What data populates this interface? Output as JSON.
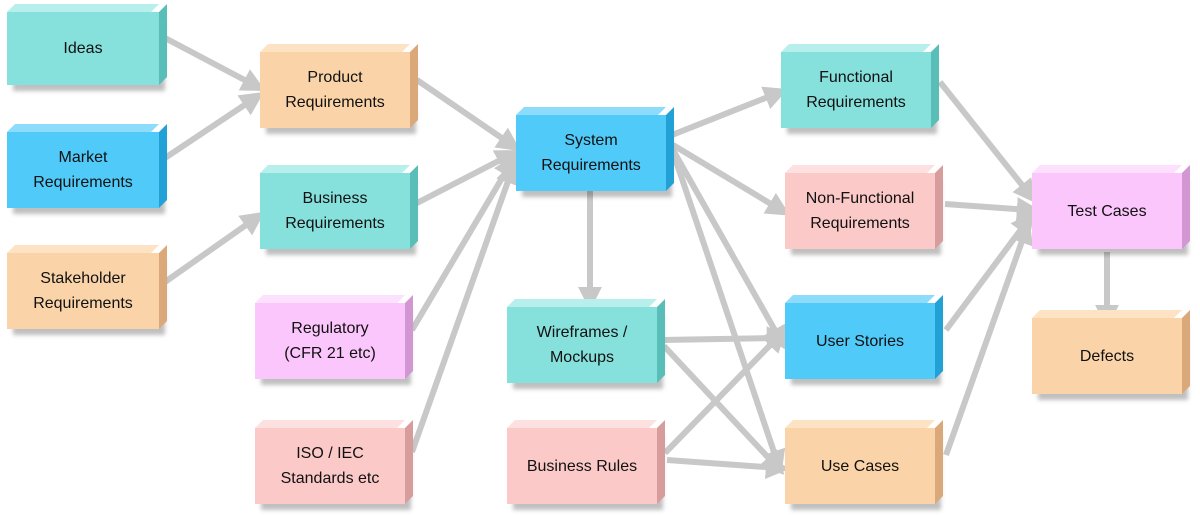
{
  "diagram": {
    "colors": {
      "teal": "#86e0dc",
      "blue": "#4fcaf9",
      "peach": "#fad4a8",
      "pink": "#fcc9c9",
      "violet": "#fbc6fb",
      "arrow": "#c8c8c8"
    },
    "nodes": {
      "ideas": "Ideas",
      "market": "Market\nRequirements",
      "stakeholder": "Stakeholder\nRequirements",
      "product": "Product\nRequirements",
      "business_req": "Business\nRequirements",
      "regulatory": "Regulatory\n(CFR 21 etc)",
      "iso": "ISO / IEC\nStandards etc",
      "system": "System\nRequirements",
      "wireframes": "Wireframes /\nMockups",
      "business_rules": "Business Rules",
      "functional": "Functional\nRequirements",
      "nonfunctional": "Non-Functional\nRequirements",
      "user_stories": "User Stories",
      "use_cases": "Use Cases",
      "test_cases": "Test Cases",
      "defects": "Defects"
    },
    "edges": [
      [
        "ideas",
        "product"
      ],
      [
        "market",
        "product"
      ],
      [
        "stakeholder",
        "business_req"
      ],
      [
        "product",
        "system"
      ],
      [
        "business_req",
        "system"
      ],
      [
        "regulatory",
        "system"
      ],
      [
        "iso",
        "system"
      ],
      [
        "system",
        "wireframes"
      ],
      [
        "system",
        "functional"
      ],
      [
        "system",
        "nonfunctional"
      ],
      [
        "system",
        "user_stories"
      ],
      [
        "system",
        "use_cases"
      ],
      [
        "wireframes",
        "user_stories"
      ],
      [
        "wireframes",
        "use_cases"
      ],
      [
        "business_rules",
        "user_stories"
      ],
      [
        "business_rules",
        "use_cases"
      ],
      [
        "functional",
        "test_cases"
      ],
      [
        "nonfunctional",
        "test_cases"
      ],
      [
        "user_stories",
        "test_cases"
      ],
      [
        "use_cases",
        "test_cases"
      ],
      [
        "test_cases",
        "defects"
      ]
    ]
  }
}
